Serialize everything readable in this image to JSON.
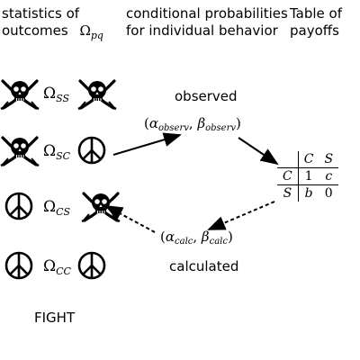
{
  "headers": {
    "statistics": [
      "statistics of",
      "outcomes"
    ],
    "statistics_symbol": "Ω",
    "statistics_sub": "pq",
    "conditional": [
      "conditional probabilities",
      "for individual behavior"
    ],
    "payoffs": [
      "Table of",
      "payoffs"
    ]
  },
  "rows": [
    {
      "omega": "Ω",
      "sub": "SS",
      "left": "pirate-flag",
      "right": "pirate-flag"
    },
    {
      "omega": "Ω",
      "sub": "SC",
      "left": "pirate-flag",
      "right": "peace-sign"
    },
    {
      "omega": "Ω",
      "sub": "CS",
      "left": "peace-sign",
      "right": "pirate-flag"
    },
    {
      "omega": "Ω",
      "sub": "CC",
      "left": "peace-sign",
      "right": "peace-sign"
    }
  ],
  "observed": {
    "caption": "observed",
    "alpha": "α",
    "alpha_sub": "observ",
    "beta": "β",
    "beta_sub": "observ"
  },
  "calculated": {
    "caption": "calculated",
    "alpha": "α",
    "alpha_sub": "calc",
    "beta": "β",
    "beta_sub": "calc"
  },
  "payoff_table": {
    "col_headers": [
      "C",
      "S"
    ],
    "rows": [
      {
        "label": "C",
        "values": [
          "1",
          "c"
        ]
      },
      {
        "label": "S",
        "values": [
          "b",
          "0"
        ]
      }
    ]
  },
  "footer": "FIGHT",
  "colors": {
    "ink": "#000000",
    "background": "#ffffff"
  }
}
